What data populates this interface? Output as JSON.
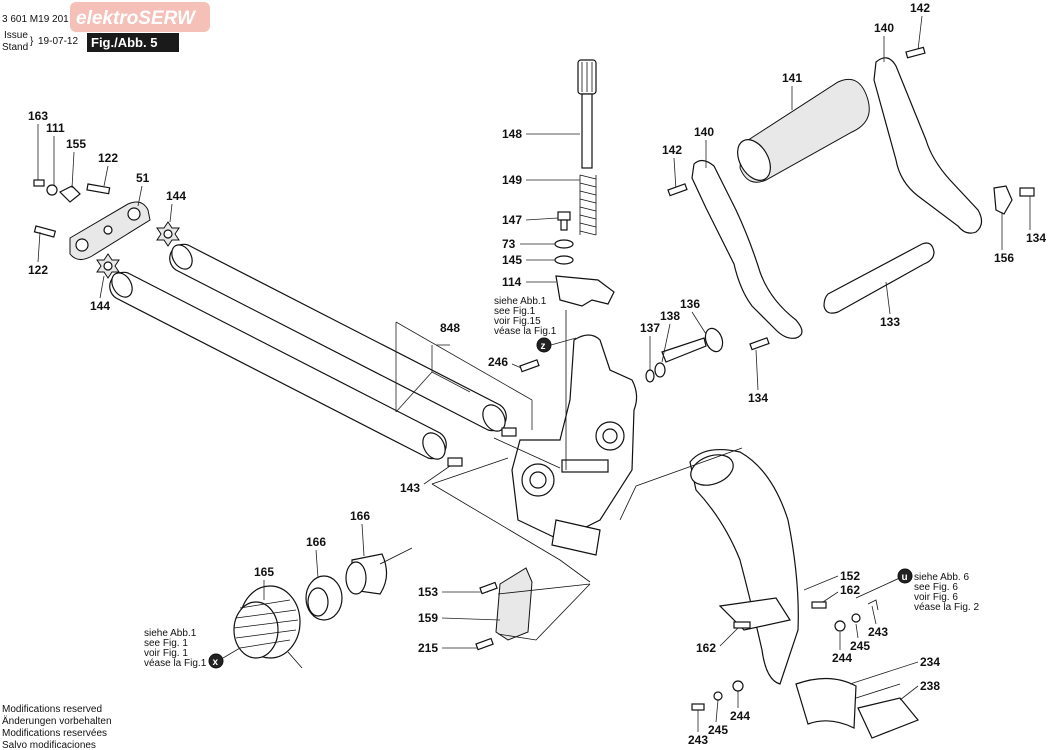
{
  "header": {
    "doc_number": "3 601 M19 201",
    "issue_label": "Issue",
    "stand_label": "Stand",
    "date": "19-07-12",
    "figure_label": "Fig./Abb. 5"
  },
  "watermark": "elektroSERW",
  "footer": {
    "lines": [
      "Modifications reserved",
      "Änderungen vorbehalten",
      "Modifications reservées",
      "Salvo modificaciones"
    ]
  },
  "references": {
    "abb1_top": [
      "siehe Abb.1",
      "see Fig.1",
      "voir Fig.15",
      "véase la Fig.1"
    ],
    "abb1_top_marker": "z",
    "abb1_bottom": [
      "siehe Abb.1",
      "see Fig. 1",
      "voir Fig. 1",
      "véase la Fig.1"
    ],
    "abb1_bottom_marker": "x",
    "abb6": [
      "siehe Abb. 6",
      "see Fig. 6",
      "voir Fig. 6",
      "véase la Fig. 2"
    ],
    "abb6_marker": "u"
  },
  "labels": {
    "p142a": "142",
    "p140a": "140",
    "p141": "141",
    "p148": "148",
    "p140b": "140",
    "p142b": "142",
    "p149": "149",
    "p147": "147",
    "p73": "73",
    "p145": "145",
    "p114": "114",
    "p134a": "134",
    "p156": "156",
    "p133": "133",
    "p136": "136",
    "p137": "137",
    "p138": "138",
    "p134b": "134",
    "p163": "163",
    "p111": "111",
    "p155": "155",
    "p122a": "122",
    "p51": "51",
    "p144a": "144",
    "p122b": "122",
    "p144b": "144",
    "p848": "848",
    "p246": "246",
    "p143": "143",
    "p166a": "166",
    "p166b": "166",
    "p165": "165",
    "p153": "153",
    "p159": "159",
    "p215": "215",
    "p152": "152",
    "p162a": "162",
    "p162b": "162",
    "p243a": "243",
    "p245a": "245",
    "p244a": "244",
    "p234": "234",
    "p238": "238",
    "p244b": "244",
    "p245b": "245",
    "p243b": "243"
  }
}
